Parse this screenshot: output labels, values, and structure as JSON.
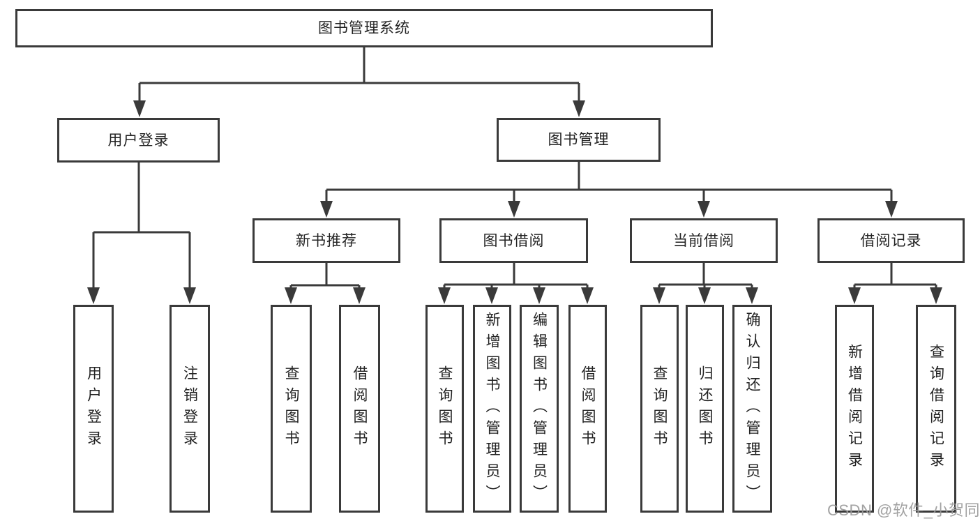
{
  "diagram": {
    "root": {
      "label": "图书管理系统"
    },
    "user_login": {
      "label": "用户登录",
      "children": [
        {
          "label": "用户登录"
        },
        {
          "label": "注销登录"
        }
      ]
    },
    "book_management": {
      "label": "图书管理",
      "modules": [
        {
          "label": "新书推荐",
          "children": [
            {
              "label": "查询图书"
            },
            {
              "label": "借阅图书"
            }
          ]
        },
        {
          "label": "图书借阅",
          "children": [
            {
              "label": "查询图书"
            },
            {
              "label": "新增图书（管理员）"
            },
            {
              "label": "编辑图书（管理员）"
            },
            {
              "label": "借阅图书"
            }
          ]
        },
        {
          "label": "当前借阅",
          "children": [
            {
              "label": "查询图书"
            },
            {
              "label": "归还图书"
            },
            {
              "label": "确认归还（管理员）"
            }
          ]
        },
        {
          "label": "借阅记录",
          "children": [
            {
              "label": "新增借阅记录"
            },
            {
              "label": "查询借阅记录"
            }
          ]
        }
      ]
    }
  },
  "watermark": {
    "text": "CSDN @软件_小贺同学"
  },
  "colors": {
    "line": "#3a3a3a",
    "text": "#222222",
    "watermark": "#9b9b9b",
    "background": "#ffffff"
  }
}
